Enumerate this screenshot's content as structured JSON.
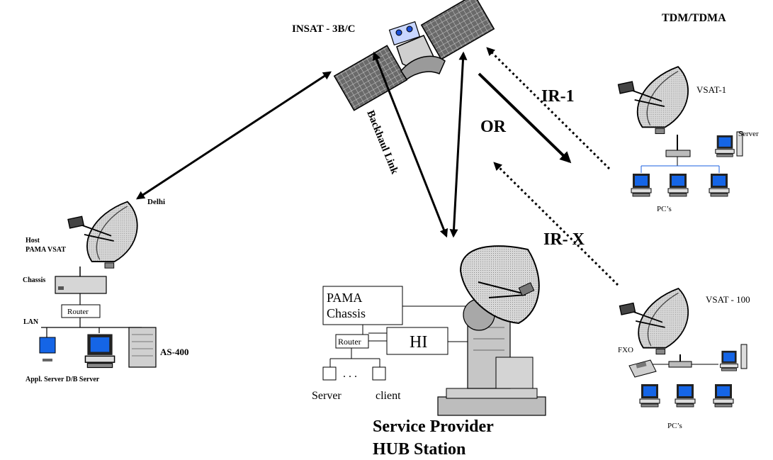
{
  "satellite": {
    "name": "INSAT - 3B/C"
  },
  "access_scheme": "TDM/TDMA",
  "links": {
    "backhaul": "Backhaul Link",
    "ir1": "IR-1",
    "or_label": "OR",
    "irx": "IR- X"
  },
  "delhi_site": {
    "city": "Delhi",
    "host_line1": "Host",
    "host_line2": "PAMA VSAT",
    "chassis": "Chassis",
    "router": "Router",
    "lan": "LAN",
    "as400": "AS-400",
    "servers": "Appl. Server  D/B Server"
  },
  "hub": {
    "pama_line1": "PAMA",
    "pama_line2": "Chassis",
    "router": "Router",
    "hi": "HI",
    "dots": ". . .",
    "server": "Server",
    "client": "client",
    "title_line1": "Service Provider",
    "title_line2": "HUB Station"
  },
  "vsat1": {
    "name": "VSAT-1",
    "server": "Server",
    "pcs": "PC’s"
  },
  "vsat100": {
    "name": "VSAT - 100",
    "fxo": "FXO",
    "pcs": "PC’s"
  }
}
